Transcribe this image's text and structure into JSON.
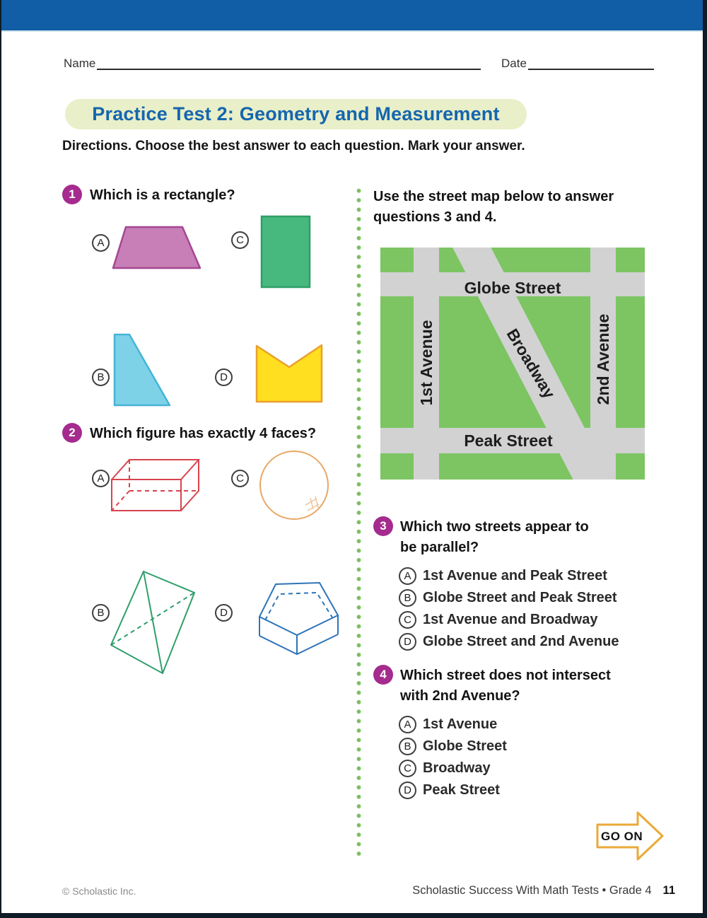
{
  "header": {
    "name_label": "Name",
    "date_label": "Date",
    "title": "Practice Test 2: Geometry and Measurement",
    "directions": "Directions. Choose the best answer to each question. Mark your answer."
  },
  "questions": {
    "q1": {
      "number": "1",
      "text": "Which is a rectangle?",
      "options": [
        {
          "letter": "A",
          "shape": "trapezoid"
        },
        {
          "letter": "B",
          "shape": "right-triangle"
        },
        {
          "letter": "C",
          "shape": "rectangle"
        },
        {
          "letter": "D",
          "shape": "notched-pentagon"
        }
      ]
    },
    "q2": {
      "number": "2",
      "text": "Which figure has exactly 4 faces?",
      "options": [
        {
          "letter": "A",
          "shape": "rectangular-prism"
        },
        {
          "letter": "B",
          "shape": "triangular-pyramid"
        },
        {
          "letter": "C",
          "shape": "sphere"
        },
        {
          "letter": "D",
          "shape": "pentagonal-prism"
        }
      ]
    },
    "q3": {
      "number": "3",
      "line1": "Which two streets appear to",
      "line2": "be parallel?",
      "options": [
        {
          "letter": "A",
          "text": "1st Avenue and Peak Street"
        },
        {
          "letter": "B",
          "text": "Globe Street and Peak Street"
        },
        {
          "letter": "C",
          "text": "1st Avenue and Broadway"
        },
        {
          "letter": "D",
          "text": "Globe Street and 2nd Avenue"
        }
      ]
    },
    "q4": {
      "number": "4",
      "line1": "Which street does not intersect",
      "line2": "with 2nd Avenue?",
      "options": [
        {
          "letter": "A",
          "text": "1st Avenue"
        },
        {
          "letter": "B",
          "text": "Globe Street"
        },
        {
          "letter": "C",
          "text": "Broadway"
        },
        {
          "letter": "D",
          "text": "Peak Street"
        }
      ]
    }
  },
  "map": {
    "intro_line1": "Use the street map below to answer",
    "intro_line2": "questions 3 and 4.",
    "streets": {
      "globe": "Globe Street",
      "peak": "Peak Street",
      "first_avenue": "1st Avenue",
      "second_avenue": "2nd Avenue",
      "broadway": "Broadway"
    }
  },
  "footer": {
    "go_on": "GO ON",
    "copyright": "© Scholastic Inc.",
    "book_title": "Scholastic Success With Math Tests • Grade 4",
    "page_number": "11"
  },
  "colors": {
    "top_bar_blue": "#115da6",
    "title_blue": "#1566ae",
    "title_pill_bg": "#e9efc8",
    "question_badge_magenta": "#a52b8e",
    "divider_dot_green": "#7cbf60",
    "map_green": "#7cc562",
    "map_street_gray": "#d2d2d3",
    "trapezoid_fill": "#c87eb6",
    "trapezoid_stroke": "#a54791",
    "rectangle_fill": "#47b87e",
    "rectangle_stroke": "#2f9e68",
    "triangle_fill": "#7ed2e8",
    "triangle_stroke": "#45b4d6",
    "banner_fill": "#ffdf1f",
    "banner_stroke": "#e9a02e",
    "prism_red": "#d8434e",
    "sphere_orange": "#e8a765",
    "pyramid_green": "#2f9e6a",
    "pentaprism_blue": "#2e74b8",
    "go_on_arrow": "#eaaa38"
  }
}
